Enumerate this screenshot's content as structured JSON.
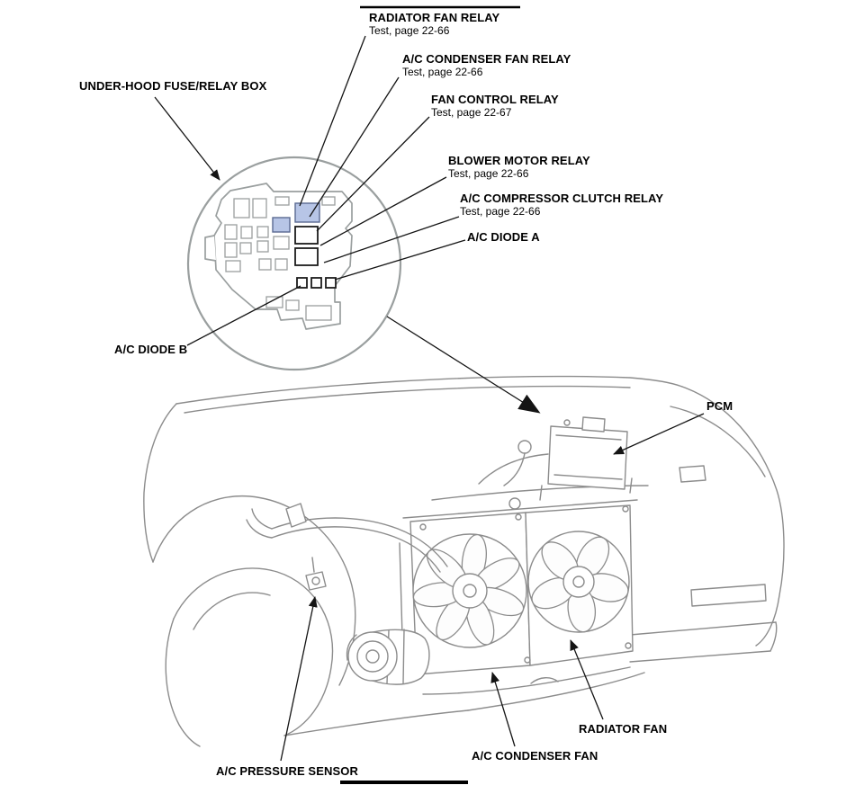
{
  "colors": {
    "relay_highlight": "#b7c5e6",
    "relay_highlight_stroke": "#5a6a92"
  },
  "callouts": {
    "under_hood_box": {
      "label": "UNDER-HOOD FUSE/RELAY BOX"
    },
    "radiator_fan_relay": {
      "label": "RADIATOR FAN RELAY",
      "sub": "Test, page 22-66"
    },
    "ac_condenser_fan_relay": {
      "label": "A/C CONDENSER FAN RELAY",
      "sub": "Test, page 22-66"
    },
    "fan_control_relay": {
      "label": "FAN CONTROL RELAY",
      "sub": "Test, page 22-67"
    },
    "blower_motor_relay": {
      "label": "BLOWER MOTOR RELAY",
      "sub": "Test, page 22-66"
    },
    "ac_compressor_clutch_relay": {
      "label": "A/C COMPRESSOR CLUTCH RELAY",
      "sub": "Test, page 22-66"
    },
    "ac_diode_a": {
      "label": "A/C DIODE A"
    },
    "ac_diode_b": {
      "label": "A/C DIODE B"
    },
    "pcm": {
      "label": "PCM"
    },
    "ac_pressure_sensor": {
      "label": "A/C PRESSURE SENSOR"
    },
    "ac_condenser_fan": {
      "label": "A/C CONDENSER FAN"
    },
    "radiator_fan": {
      "label": "RADIATOR FAN"
    }
  }
}
